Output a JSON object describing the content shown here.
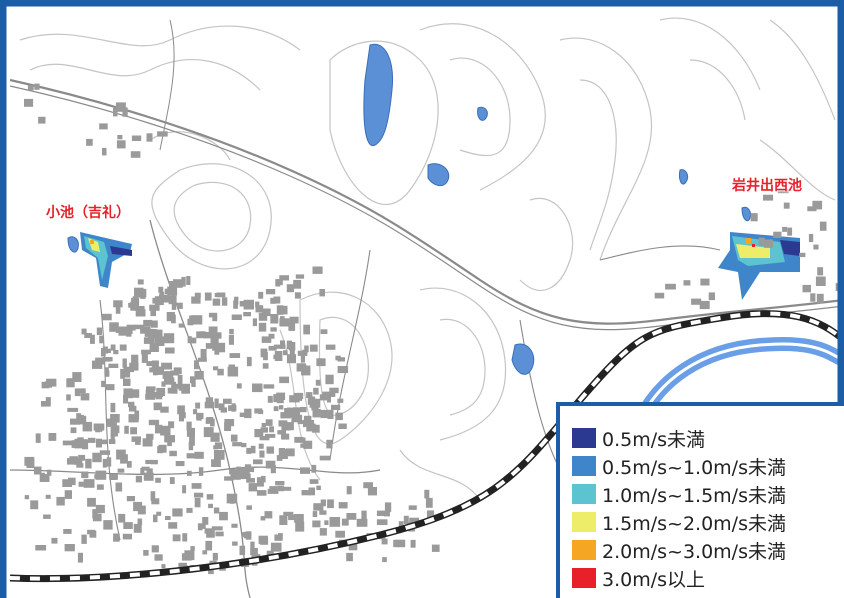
{
  "map": {
    "places": [
      {
        "id": "koike",
        "label": "小池（吉礼）"
      },
      {
        "id": "iwaide",
        "label": "岩井出西池"
      }
    ],
    "colors": {
      "frame": "#1b5ea6",
      "water": "#5b8fd6",
      "river": "#6a9ee6",
      "building": "#9a9a9a",
      "contour": "#c4c4c4",
      "road": "#8a8a8a",
      "label": "#e8202a"
    }
  },
  "legend": {
    "items": [
      {
        "label": "0.5m/s未満",
        "color": "#2b3990"
      },
      {
        "label": "0.5m/s~1.0m/s未満",
        "color": "#3e86c9"
      },
      {
        "label": "1.0m/s~1.5m/s未満",
        "color": "#5bc4d0"
      },
      {
        "label": "1.5m/s~2.0m/s未満",
        "color": "#eded6a"
      },
      {
        "label": "2.0m/s~3.0m/s未満",
        "color": "#f5a623"
      },
      {
        "label": "3.0m/s以上",
        "color": "#e8202a"
      }
    ]
  }
}
